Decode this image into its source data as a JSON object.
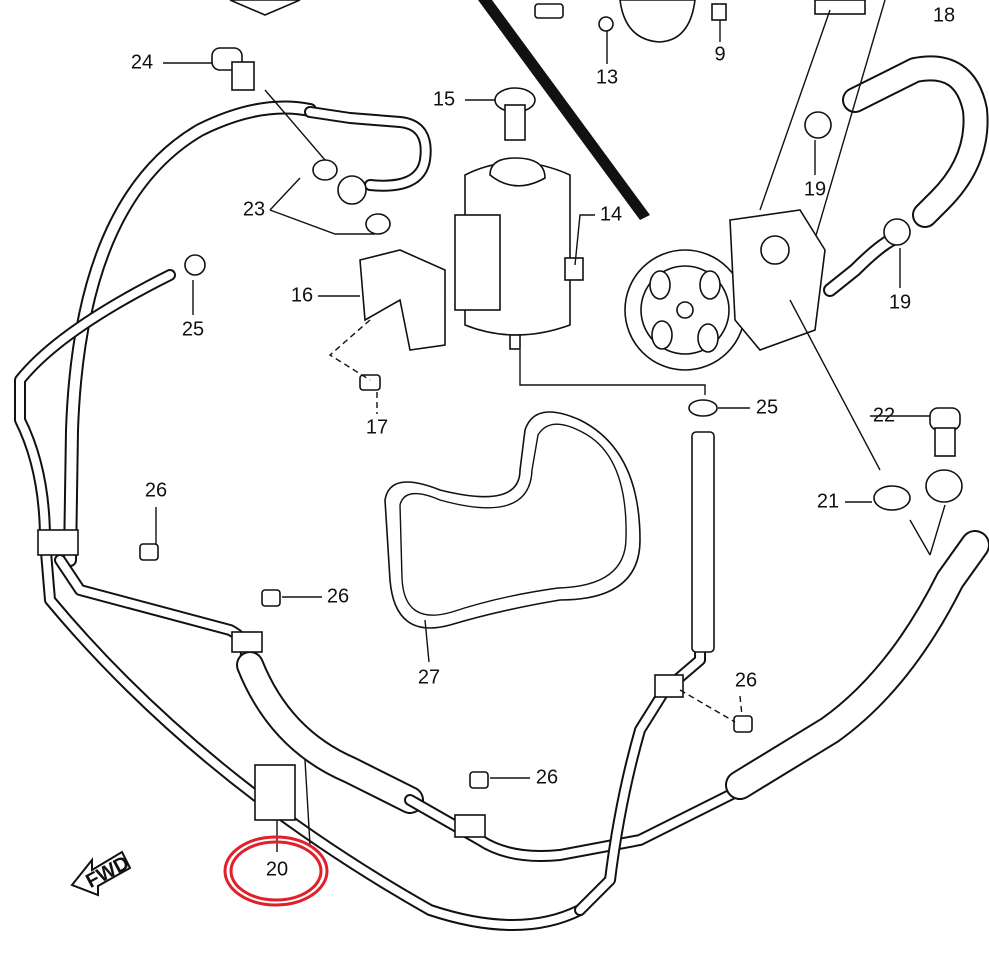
{
  "diagram": {
    "title": "Power steering pump and hoses parts diagram",
    "highlight_color": "#e0202a",
    "fwd_label": "FWD",
    "callouts": [
      {
        "id": "c24",
        "label": "24"
      },
      {
        "id": "c15",
        "label": "15"
      },
      {
        "id": "c13",
        "label": "13"
      },
      {
        "id": "c9",
        "label": "9"
      },
      {
        "id": "c18",
        "label": "18"
      },
      {
        "id": "c23",
        "label": "23"
      },
      {
        "id": "c14",
        "label": "14"
      },
      {
        "id": "c19a",
        "label": "19"
      },
      {
        "id": "c16",
        "label": "16"
      },
      {
        "id": "c25a",
        "label": "25"
      },
      {
        "id": "c19b",
        "label": "19"
      },
      {
        "id": "c17",
        "label": "17"
      },
      {
        "id": "c25b",
        "label": "25"
      },
      {
        "id": "c22",
        "label": "22"
      },
      {
        "id": "c26a",
        "label": "26"
      },
      {
        "id": "c21",
        "label": "21"
      },
      {
        "id": "c26b",
        "label": "26"
      },
      {
        "id": "c27",
        "label": "27"
      },
      {
        "id": "c26c",
        "label": "26"
      },
      {
        "id": "c26d",
        "label": "26"
      },
      {
        "id": "c20",
        "label": "20"
      }
    ]
  }
}
